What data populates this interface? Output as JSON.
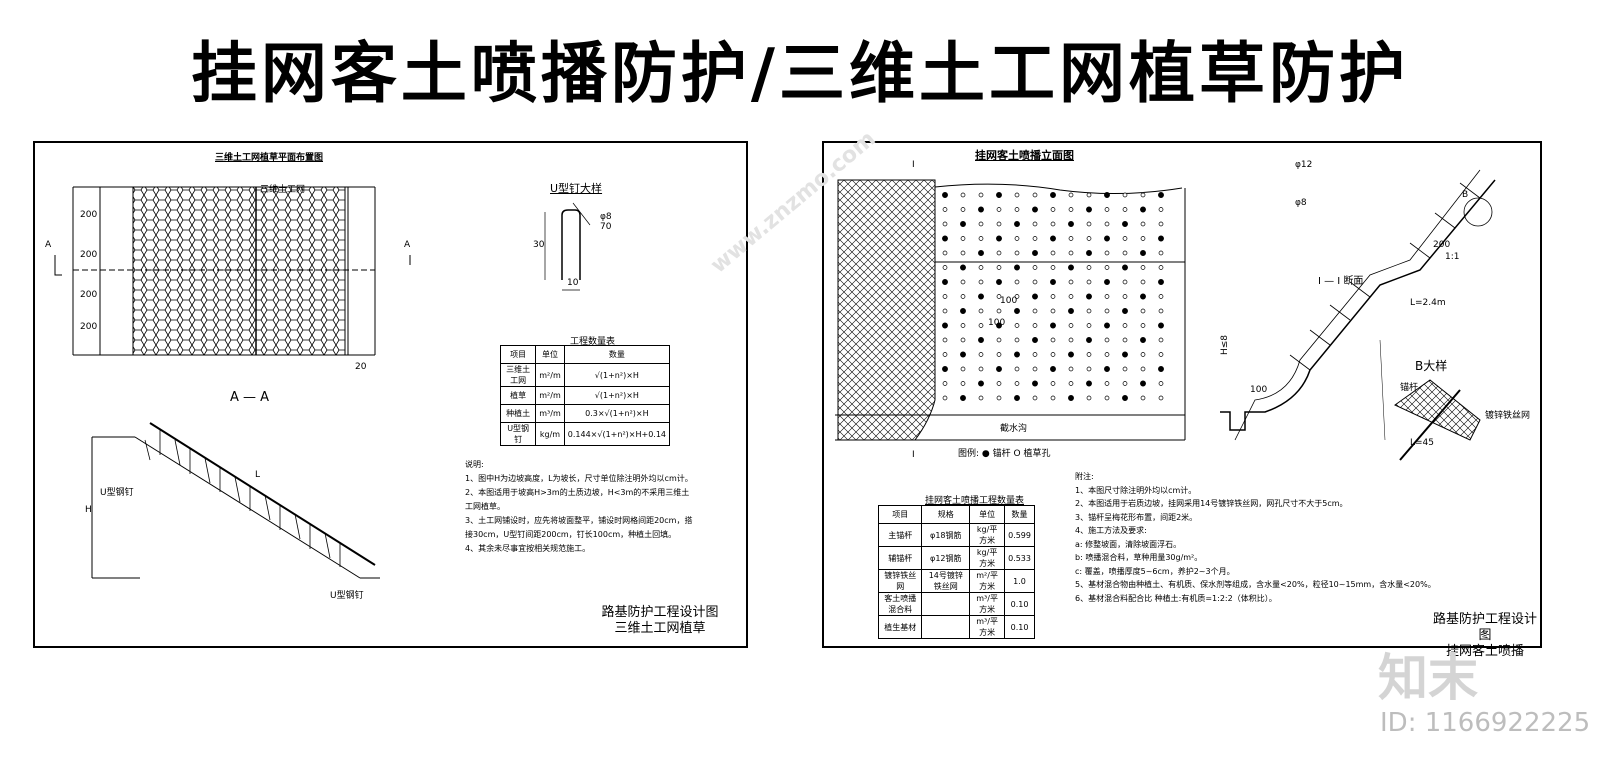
{
  "title": "挂网客土喷播防护/三维土工网植草防护",
  "left": {
    "plan_title": "三维土工网植草平面布置图",
    "mesh_label": "三维土工网",
    "u_bar_label": "U型钉大样",
    "u_dims": [
      "30",
      "10",
      "70",
      "φ8"
    ],
    "plan_dims": [
      "200",
      "200",
      "200",
      "200",
      "20"
    ],
    "section_marker": "A",
    "section_title": "A — A",
    "slope_labels": [
      "U型钢钉",
      "U型钢钉",
      "L",
      "H"
    ],
    "table_title": "工程数量表",
    "table_rows": [
      [
        "项目",
        "单位",
        "数量"
      ],
      [
        "三维土工网",
        "m²/m",
        "√(1+n²)×H"
      ],
      [
        "植草",
        "m²/m",
        "√(1+n²)×H"
      ],
      [
        "种植土",
        "m³/m",
        "0.3×√(1+n²)×H"
      ],
      [
        "U型钢钉",
        "kg/m",
        "0.144×√(1+n²)×H+0.14"
      ]
    ],
    "notes_title": "说明:",
    "notes": [
      "1、图中H为边坡高度，L为坡长，尺寸单位除注明外均以cm计。",
      "2、本图适用于坡高H>3m的土质边坡，H<3m的不采用三维土工网植草。",
      "3、土工网铺设时，应先将坡面整平，铺设时网格间距20cm，搭接30cm，U型钉间距200cm，钉长100cm，种植土回填。",
      "4、其余未尽事宜按相关规范施工。"
    ],
    "block_title": "路基防护工程设计图",
    "block_subtitle": "三维土工网植草"
  },
  "right": {
    "elev_title": "挂网客土喷播立面图",
    "section_marker": "I",
    "grid_dims": [
      "100",
      "100"
    ],
    "legend": [
      "图例:",
      "锚杆",
      "O",
      "植草孔"
    ],
    "bottom_strip": "截水沟",
    "section_title": "I — I 断面",
    "section_dims": [
      "200",
      "1:1",
      "H≤8",
      "100",
      "L=2.4m",
      "φ12",
      "φ8",
      "B"
    ],
    "detail_title": "B大样",
    "detail_labels": [
      "镀锌铁丝网",
      "锚杆",
      "L=45"
    ],
    "table_title": "挂网客土喷播工程数量表",
    "table_rows": [
      [
        "项目",
        "规格",
        "单位",
        "数量"
      ],
      [
        "主锚杆",
        "φ18钢筋",
        "kg/平方米",
        "0.599"
      ],
      [
        "辅锚杆",
        "φ12钢筋",
        "kg/平方米",
        "0.533"
      ],
      [
        "镀锌铁丝网",
        "14号镀锌铁丝网",
        "m²/平方米",
        "1.0"
      ],
      [
        "客土喷播混合料",
        "",
        "m³/平方米",
        "0.10"
      ],
      [
        "植生基材",
        "",
        "m³/平方米",
        "0.10"
      ]
    ],
    "notes_title": "附注:",
    "notes": [
      "1、本图尺寸除注明外均以cm计。",
      "2、本图适用于岩质边坡，挂网采用14号镀锌铁丝网，网孔尺寸不大于5cm。",
      "3、锚杆呈梅花形布置，间距2米。",
      "4、施工方法及要求:",
      "a: 修整坡面，清除坡面浮石。",
      "b: 喷播混合料，草种用量30g/m²。",
      "c: 覆盖，喷播厚度5~6cm，养护2~3个月。",
      "5、基材混合物由种植土、有机质、保水剂等组成，含水量<20%，粒径10~15mm，含水量<20%。",
      "6、基材混合料配合比 种植土:有机质=1:2:2（体积比）。"
    ],
    "block_title": "路基防护工程设计图",
    "block_subtitle": "挂网客土喷播"
  },
  "watermark": {
    "logo": "知末",
    "site": "www.znzmo.com",
    "id": "ID: 1166922225"
  }
}
